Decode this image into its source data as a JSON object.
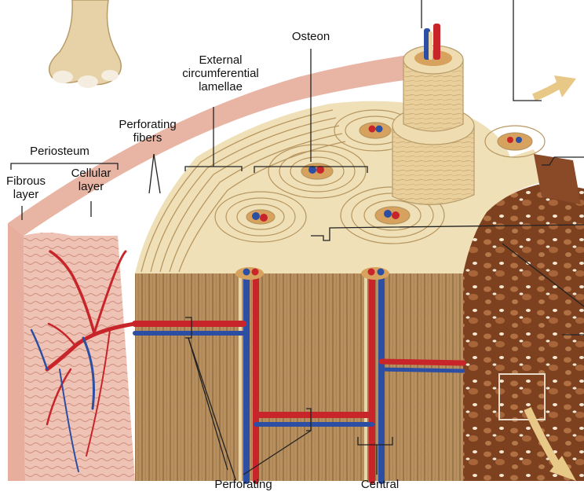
{
  "labels": {
    "osteon": "Osteon",
    "external_circumferential_lamellae": "External\ncircumferential\nlamellae",
    "perforating_fibers": "Perforating\nfibers",
    "periosteum": "Periosteum",
    "fibrous_layer": "Fibrous\nlayer",
    "cellular_layer": "Cellular\nlayer",
    "perforating_bottom": "Perforating",
    "central_bottom": "Central"
  },
  "colors": {
    "artery": "#c8252a",
    "vein": "#2c4fa3",
    "nerve": "#e8d6a8",
    "compact_bone": "#efe0b8",
    "lamella_line": "#b8965f",
    "cut_face": "#b89060",
    "spongy_bone": "#8a4a28",
    "periosteum_fibrous": "#e5a89a",
    "periosteum_cellular": "#dcb6a6",
    "leader_line": "#222222"
  }
}
